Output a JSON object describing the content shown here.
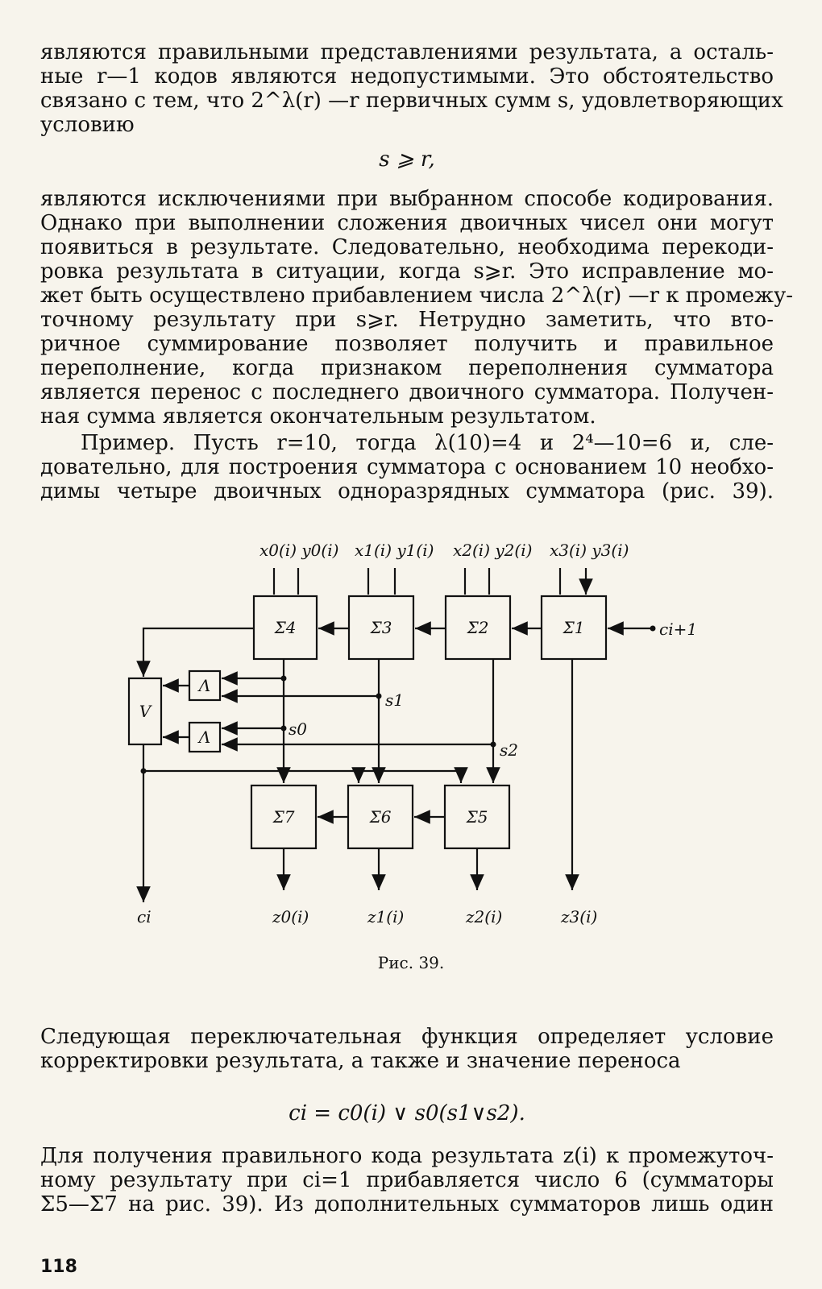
{
  "p1": [
    "являются правильными представлениями результата, а осталь-",
    "ные r—1 кодов являются недопустимыми. Это обстоятельство",
    "связано с тем, что 2^λ(r) —r первичных сумм s, удовлетворяющих",
    "условию"
  ],
  "formula1": "s ⩾ r,",
  "p2": [
    "являются исключениями при выбранном способе кодирования.",
    "Однако при выполнении сложения двоичных чисел они могут",
    "появиться в результате. Следовательно, необходима перекоди-",
    "ровка результата в ситуации, когда s⩾r. Это исправление мо-",
    "жет быть осуществлено прибавлением числа 2^λ(r) —r к промежу-",
    "точному результату при s⩾r. Нетрудно заметить, что вто-",
    "ричное суммирование позволяет получить и правильное",
    "переполнение, когда признаком переполнения сумматора",
    "является перенос с последнего двоичного сумматора. Получен-",
    "ная сумма является окончательным результатом."
  ],
  "p3": [
    "Пример. Пусть r=10, тогда λ(10)=4 и 2⁴—10=6 и, сле-",
    "довательно, для построения сумматора с основанием 10 необхо-",
    "димы четыре двоичных одноразрядных сумматора (рис. 39)."
  ],
  "figure": {
    "inputs": [
      "x0(i) y0(i)",
      "x1(i) y1(i)",
      "x2(i) y2(i)",
      "x3(i) y3(i)"
    ],
    "top_adders": [
      "Σ4",
      "Σ3",
      "Σ2",
      "Σ1"
    ],
    "bottom_adders": [
      "Σ7",
      "Σ6",
      "Σ5"
    ],
    "gates": [
      "V",
      "Λ",
      "Λ"
    ],
    "signals": [
      "s1",
      "s0",
      "s2"
    ],
    "carry_in": "ci+1",
    "carry_out": "ci",
    "outputs": [
      "z0(i)",
      "z1(i)",
      "z2(i)",
      "z3(i)"
    ],
    "caption": "Рис. 39."
  },
  "p4": [
    "Следующая переключательная функция определяет условие",
    "корректировки результата, а также и значение переноса"
  ],
  "formula2": "ci = c0(i) ∨ s0(s1∨s2).",
  "p5": [
    "Для получения правильного кода результата z(i) к промежуточ-",
    "ному результату при ci=1 прибавляется число 6 (сумматоры",
    "Σ5—Σ7 на рис. 39). Из дополнительных сумматоров лишь один"
  ],
  "page_number": "118"
}
